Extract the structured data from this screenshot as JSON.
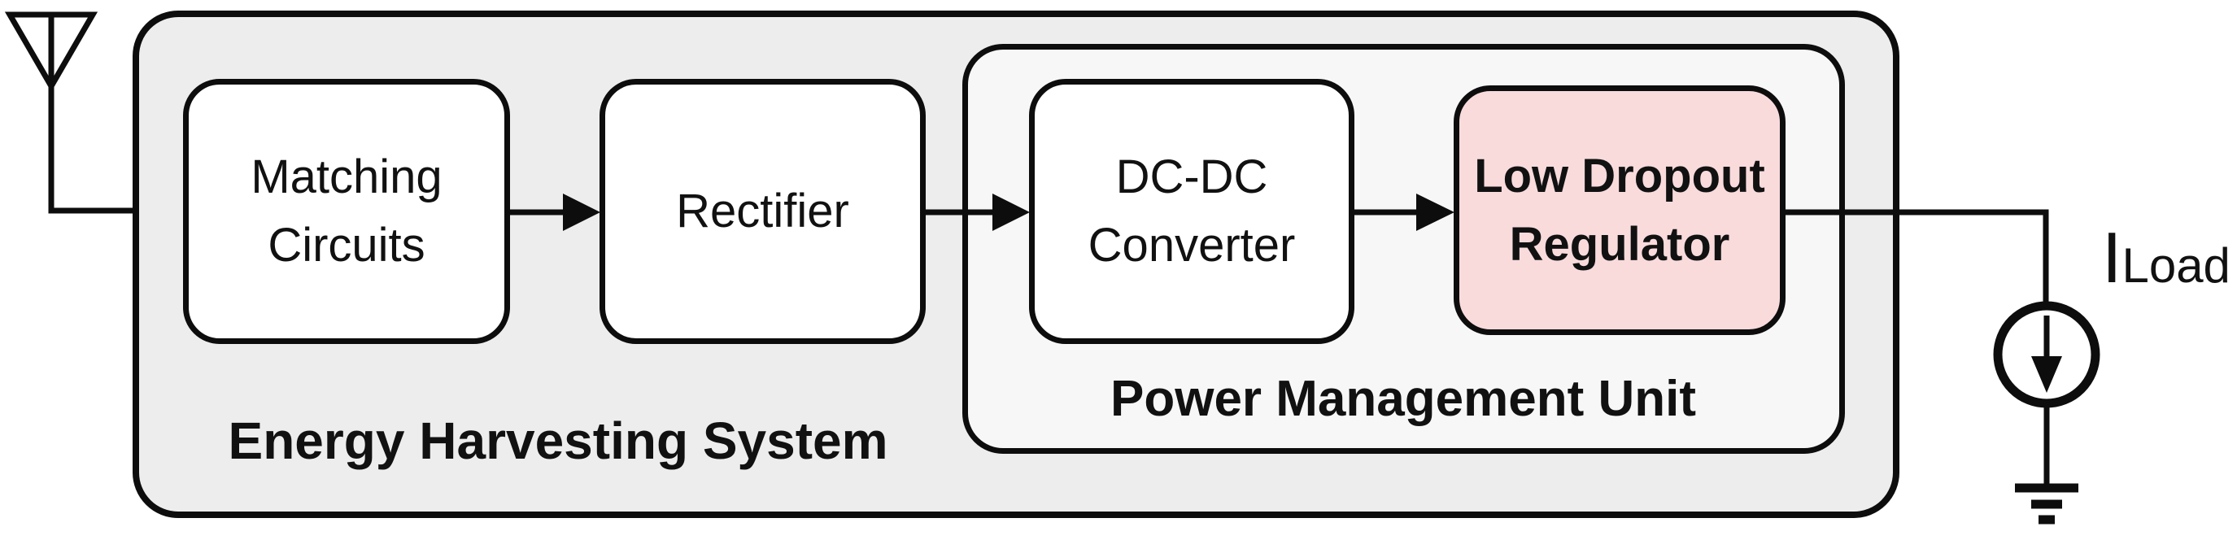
{
  "diagram": {
    "colors": {
      "background": "#ffffff",
      "stroke": "#0d0d0d",
      "ehs_fill": "#ededed",
      "pmu_fill": "#f7f7f7",
      "block_fill": "#ffffff",
      "ldo_fill": "#f9dbdc",
      "text": "#111111"
    },
    "ehs": {
      "label": "Energy Harvesting System"
    },
    "pmu": {
      "label": "Power Management Unit"
    },
    "blocks": {
      "matching": {
        "line1": "Matching",
        "line2": "Circuits"
      },
      "rectifier": {
        "line1": "Rectifier"
      },
      "dcdc": {
        "line1": "DC-DC",
        "line2": "Converter"
      },
      "ldo": {
        "line1": "Low Dropout",
        "line2": "Regulator"
      }
    },
    "load": {
      "symbol": "I",
      "subscript": "Load"
    },
    "icons": {
      "antenna": "antenna-icon",
      "current_source": "current-source-icon",
      "ground": "ground-icon",
      "arrows": "arrow-right-icon"
    }
  }
}
